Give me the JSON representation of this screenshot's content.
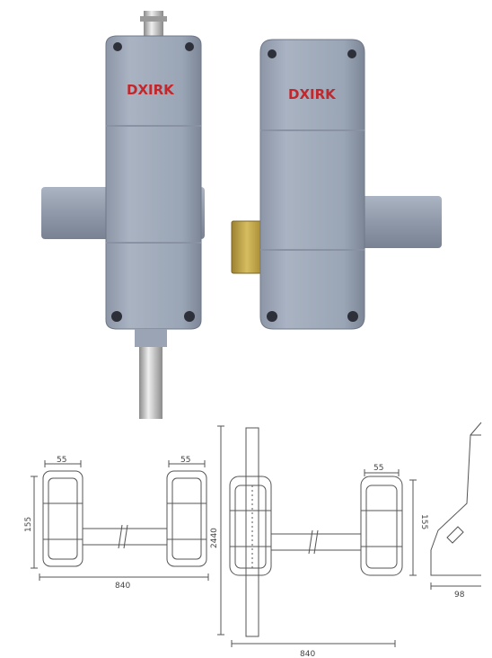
{
  "colors": {
    "background": "#ffffff",
    "lock_body": "#9ca7b7",
    "lock_shadow": "#7e8898",
    "lock_highlight": "#b8c1ce",
    "rod_metal": "#c8c8c8",
    "brass_keeper": "#b99a3a",
    "logo_red": "#c0282d",
    "drawing_line": "#555555"
  },
  "photo": {
    "logo_left": "DXIRK",
    "logo_right": "DXIRK"
  },
  "drawings": {
    "front_view": {
      "top_left_width": "55",
      "top_right_width": "55",
      "height": "155",
      "total_width": "840"
    },
    "rod_view": {
      "total_height": "2440",
      "top_right_width": "55",
      "side_height": "155",
      "total_width": "840"
    },
    "side_view": {
      "depth": "98"
    }
  }
}
